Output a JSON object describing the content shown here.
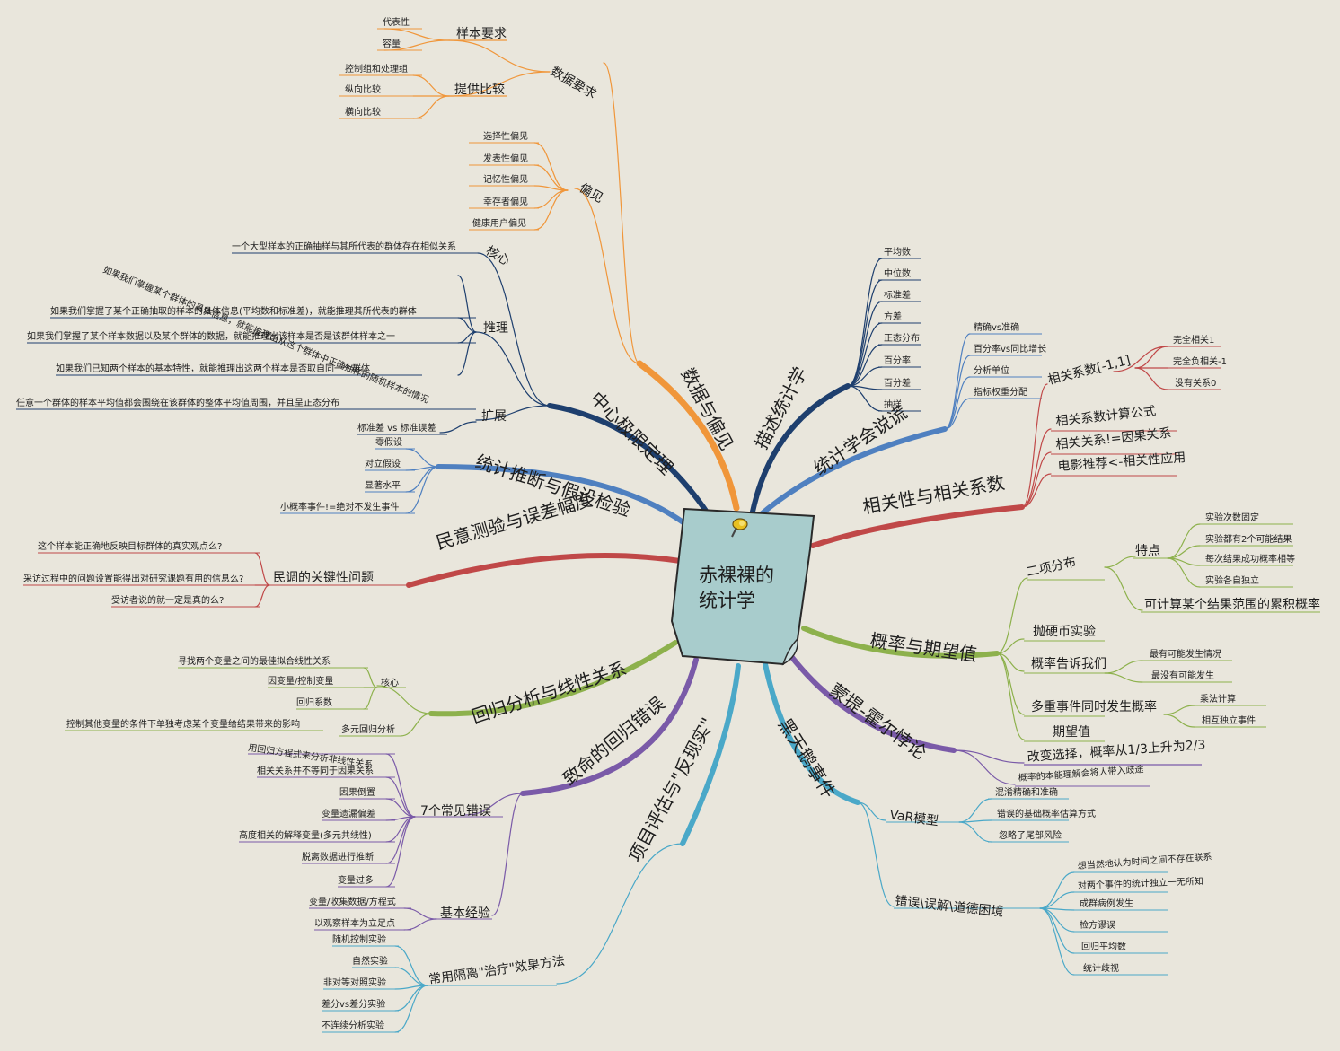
{
  "title": "赤裸裸的统计学",
  "branches": [
    {
      "label": "数据与偏见",
      "color": "#f0963a",
      "children": [
        {
          "label": "数据要求",
          "children": [
            {
              "label": "样本要求",
              "children": [
                {
                  "label": "代表性"
                },
                {
                  "label": "容量"
                }
              ]
            },
            {
              "label": "提供比较",
              "children": [
                {
                  "label": "控制组和处理组"
                },
                {
                  "label": "纵向比较"
                },
                {
                  "label": "横向比较"
                }
              ]
            }
          ]
        },
        {
          "label": "偏见",
          "children": [
            {
              "label": "选择性偏见"
            },
            {
              "label": "发表性偏见"
            },
            {
              "label": "记忆性偏见"
            },
            {
              "label": "幸存者偏见"
            },
            {
              "label": "健康用户偏见"
            }
          ]
        }
      ]
    },
    {
      "label": "中心极限定理",
      "color": "#1e3f6e",
      "children": [
        {
          "label": "核心",
          "children": [
            {
              "label": "一个大型样本的正确抽样与其所代表的群体存在相似关系"
            }
          ]
        },
        {
          "label": "推理",
          "children": [
            {
              "label": "如果我们掌握某个群体的具体信息，就能推理出从这个群体中正确抽样的随机样本的情况"
            },
            {
              "label": "如果我们掌握了某个正确抽取的样本的具体信息(平均数和标准差)，就能推理其所代表的群体"
            },
            {
              "label": "如果我们掌握了某个样本数据以及某个群体的数据，就能推理出该样本是否是该群体样本之一"
            },
            {
              "label": "如果我们已知两个样本的基本特性，就能推理出这两个样本是否取自同一个群体"
            }
          ]
        },
        {
          "label": "扩展",
          "children": [
            {
              "label": "任意一个群体的样本平均值都会围绕在该群体的整体平均值周围，并且呈正态分布"
            },
            {
              "label": "标准差 vs 标准误差"
            }
          ]
        }
      ]
    },
    {
      "label": "统计推断与假设检验",
      "color": "#4f80c0",
      "children": [
        {
          "label": "零假设"
        },
        {
          "label": "对立假设"
        },
        {
          "label": "显著水平"
        },
        {
          "label": "小概率事件!=绝对不发生事件"
        }
      ]
    },
    {
      "label": "民意测验与误差幅度",
      "color": "#c04848",
      "children": [
        {
          "label": "民调的关键性问题",
          "children": [
            {
              "label": "这个样本能正确地反映目标群体的真实观点么?"
            },
            {
              "label": "采访过程中的问题设置能得出对研究课题有用的信息么?"
            },
            {
              "label": "受访者说的就一定是真的么?"
            }
          ]
        }
      ]
    },
    {
      "label": "回归分析与线性关系",
      "color": "#8db14c",
      "children": [
        {
          "label": "核心",
          "children": [
            {
              "label": "寻找两个变量之间的最佳拟合线性关系"
            },
            {
              "label": "因变量/控制变量"
            },
            {
              "label": "回归系数"
            }
          ]
        },
        {
          "label": "多元回归分析",
          "children": [
            {
              "label": "控制其他变量的条件下单独考虑某个变量给结果带来的影响"
            }
          ]
        }
      ]
    },
    {
      "label": "致命的回归错误",
      "color": "#7a5aa8",
      "children": [
        {
          "label": "7个常见错误",
          "children": [
            {
              "label": "用回归方程式来分析非线性关系"
            },
            {
              "label": "相关关系并不等同于因果关系"
            },
            {
              "label": "因果倒置"
            },
            {
              "label": "变量遗漏偏差"
            },
            {
              "label": "高度相关的解释变量(多元共线性)"
            },
            {
              "label": "脱离数据进行推断"
            },
            {
              "label": "变量过多"
            }
          ]
        },
        {
          "label": "基本经验",
          "children": [
            {
              "label": "变量/收集数据/方程式"
            },
            {
              "label": "以观察样本为立足点"
            }
          ]
        }
      ]
    },
    {
      "label": "项目评估与\"反现实\"",
      "color": "#4aa8c8",
      "children": [
        {
          "label": "常用隔离\"治疗\"效果方法",
          "children": [
            {
              "label": "随机控制实验"
            },
            {
              "label": "自然实验"
            },
            {
              "label": "非对等对照实验"
            },
            {
              "label": "差分vs差分实验"
            },
            {
              "label": "不连续分析实验"
            }
          ]
        }
      ]
    },
    {
      "label": "描述统计学",
      "color": "#1e3f6e",
      "children": [
        {
          "label": "平均数"
        },
        {
          "label": "中位数"
        },
        {
          "label": "标准差"
        },
        {
          "label": "方差"
        },
        {
          "label": "正态分布"
        },
        {
          "label": "百分率"
        },
        {
          "label": "百分差"
        },
        {
          "label": "抽样"
        }
      ]
    },
    {
      "label": "统计学会说谎",
      "color": "#4f80c0",
      "children": [
        {
          "label": "精确vs准确"
        },
        {
          "label": "百分率vs同比增长"
        },
        {
          "label": "分析单位"
        },
        {
          "label": "指标权重分配"
        }
      ]
    },
    {
      "label": "相关性与相关系数",
      "color": "#c04848",
      "children": [
        {
          "label": "相关系数[-1,1]",
          "children": [
            {
              "label": "完全相关1"
            },
            {
              "label": "完全负相关-1"
            },
            {
              "label": "没有关系0"
            }
          ]
        },
        {
          "label": "相关系数计算公式"
        },
        {
          "label": "相关关系!=因果关系"
        },
        {
          "label": "电影推荐<-相关性应用"
        }
      ]
    },
    {
      "label": "概率与期望值",
      "color": "#8db14c",
      "children": [
        {
          "label": "二项分布",
          "children": [
            {
              "label": "特点",
              "children": [
                {
                  "label": "实验次数固定"
                },
                {
                  "label": "实验都有2个可能结果"
                },
                {
                  "label": "每次结果成功概率相等"
                },
                {
                  "label": "实验各自独立"
                }
              ]
            },
            {
              "label": "可计算某个结果范围的累积概率"
            }
          ]
        },
        {
          "label": "抛硬币实验"
        },
        {
          "label": "概率告诉我们",
          "children": [
            {
              "label": "最有可能发生情况"
            },
            {
              "label": "最没有可能发生"
            }
          ]
        },
        {
          "label": "多重事件同时发生概率",
          "children": [
            {
              "label": "乘法计算"
            },
            {
              "label": "相互独立事件"
            }
          ]
        },
        {
          "label": "期望值"
        }
      ]
    },
    {
      "label": "蒙提-霍尔悖论",
      "color": "#7a5aa8",
      "children": [
        {
          "label": "改变选择，概率从1/3上升为2/3"
        },
        {
          "label": "概率的本能理解会将人带入歧途"
        }
      ]
    },
    {
      "label": "黑天鹅事件",
      "color": "#4aa8c8",
      "children": [
        {
          "label": "VaR模型",
          "children": [
            {
              "label": "混淆精确和准确"
            },
            {
              "label": "错误的基础概率估算方式"
            },
            {
              "label": "忽略了尾部风险"
            }
          ]
        },
        {
          "label": "错误\\误解\\道德困境",
          "children": [
            {
              "label": "想当然地认为时间之间不存在联系"
            },
            {
              "label": "对两个事件的统计独立一无所知"
            },
            {
              "label": "成群病例发生"
            },
            {
              "label": "检方谬误"
            },
            {
              "label": "回归平均数"
            },
            {
              "label": "统计歧视"
            }
          ]
        }
      ]
    }
  ]
}
